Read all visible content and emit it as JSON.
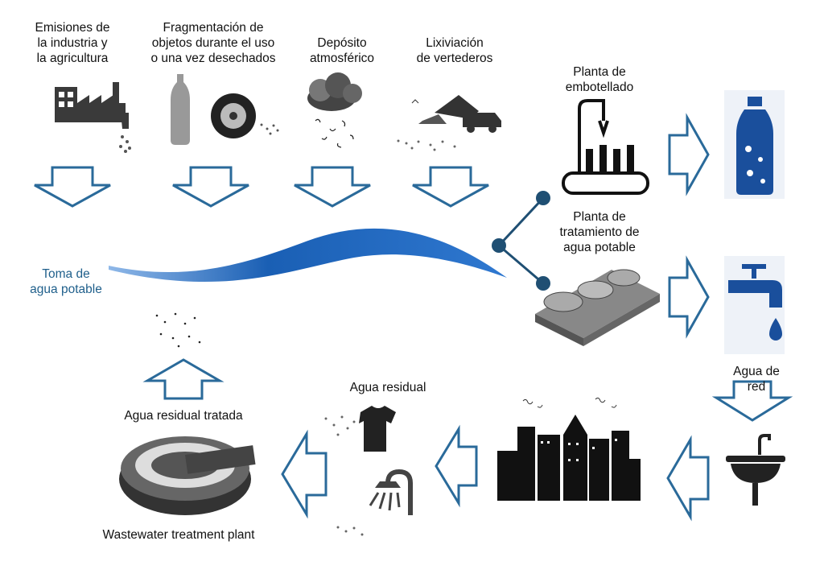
{
  "labels": {
    "emisiones": "Emisiones de\nla industria y\nla agricultura",
    "fragmentacion": "Fragmentación de\nobjetos durante el uso\no una vez desechados",
    "deposito": "Depósito\natmosférico",
    "lixiviacion": "Lixiviación\nde vertederos",
    "embotellado": "Planta de\nembotellado",
    "tratamiento": "Planta de\ntratamiento de\nagua potable",
    "toma": "Toma de\nagua potable",
    "agua_red": "Agua de red",
    "agua_residual": "Agua residual",
    "agua_residual_tratada": "Agua residual tratada",
    "wastewater": "Wastewater treatment plant"
  },
  "colors": {
    "arrow": "#2a6a9a",
    "river": "#1a5fb4",
    "node": "#1f4f73",
    "icon_blue": "#1a4f9c",
    "icon_dark": "#2b2b2b"
  },
  "icons": [
    "factory-icon",
    "bottle-tire-icon",
    "cloud-icon",
    "dump-truck-icon",
    "bottling-machine-icon",
    "water-bottle-icon",
    "treatment-plant-icon",
    "tap-icon",
    "sink-icon",
    "city-icon",
    "shirt-shower-icon",
    "wastewater-plant-icon"
  ]
}
